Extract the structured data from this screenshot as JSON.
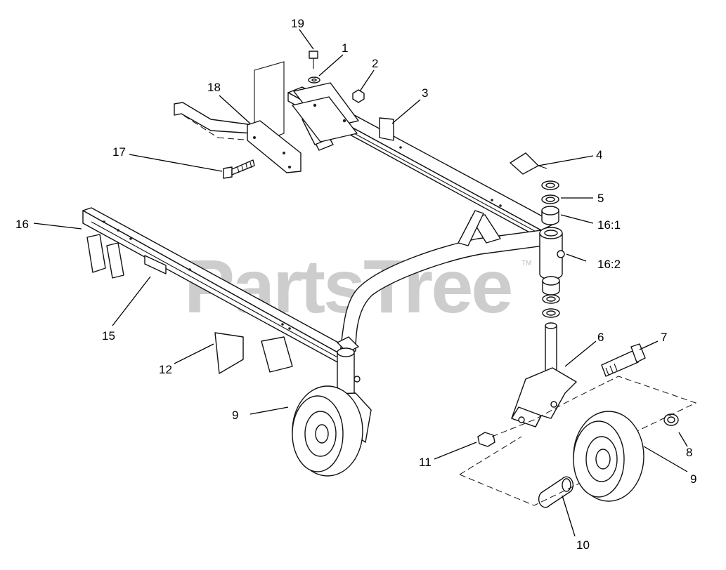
{
  "watermark": {
    "text": "PartsTree",
    "tm": "TM"
  },
  "callouts": [
    {
      "id": "c19",
      "label": "19"
    },
    {
      "id": "c1",
      "label": "1"
    },
    {
      "id": "c2",
      "label": "2"
    },
    {
      "id": "c3",
      "label": "3"
    },
    {
      "id": "c18",
      "label": "18"
    },
    {
      "id": "c17",
      "label": "17"
    },
    {
      "id": "c4",
      "label": "4"
    },
    {
      "id": "c5",
      "label": "5"
    },
    {
      "id": "c16_1",
      "label": "16:1"
    },
    {
      "id": "c16_2",
      "label": "16:2"
    },
    {
      "id": "c16",
      "label": "16"
    },
    {
      "id": "c15",
      "label": "15"
    },
    {
      "id": "c6",
      "label": "6"
    },
    {
      "id": "c7",
      "label": "7"
    },
    {
      "id": "c12",
      "label": "12"
    },
    {
      "id": "c9a",
      "label": "9"
    },
    {
      "id": "c8",
      "label": "8"
    },
    {
      "id": "c11",
      "label": "11"
    },
    {
      "id": "c9b",
      "label": "9"
    },
    {
      "id": "c10",
      "label": "10"
    }
  ]
}
